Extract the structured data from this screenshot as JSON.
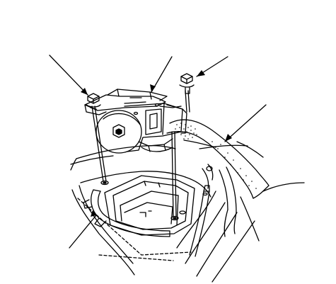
{
  "diagram": {
    "colors": {
      "background": "#ffffff",
      "line": "#000000",
      "stipple": "#000000"
    },
    "callouts": [
      {
        "target": "bolt-left"
      },
      {
        "target": "seat-belt-retractor"
      },
      {
        "target": "bolt-right"
      },
      {
        "target": "seat-belt-webbing"
      },
      {
        "target": "trim-bracket"
      }
    ]
  }
}
